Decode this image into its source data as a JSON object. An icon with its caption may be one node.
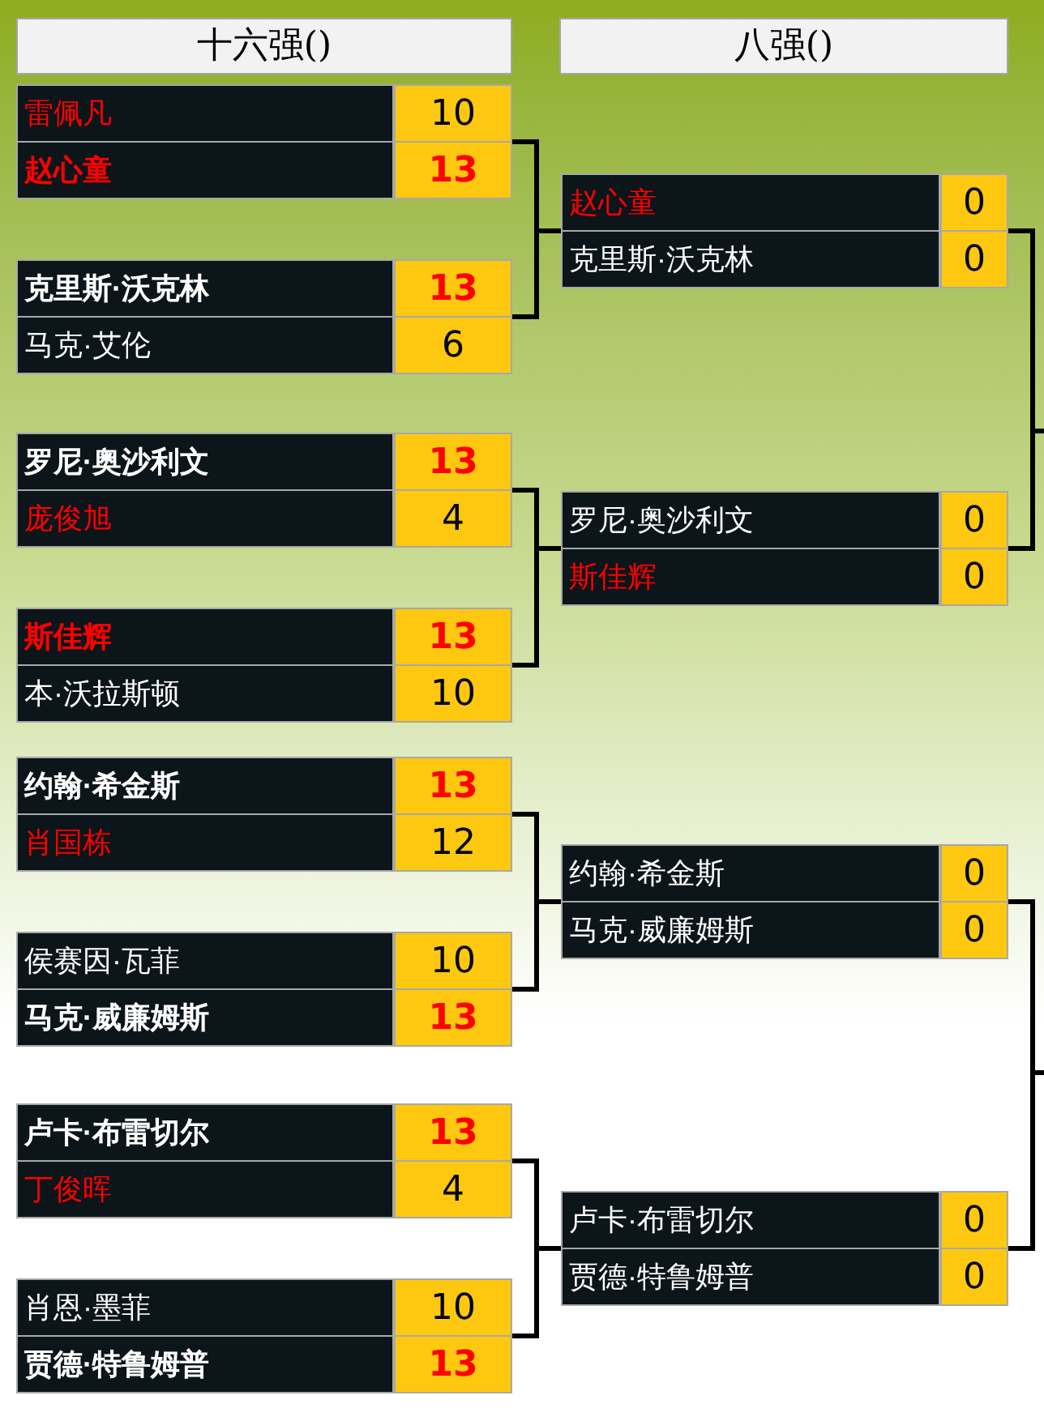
{
  "diagram": {
    "nodes": [
      {
        "text": [
          "十六强()"
        ]
      },
      {
        "text": [
          "八强()"
        ]
      },
      {
        "text": [],
        "shape": "box"
      },
      {
        "text": [
          "雷佩凡",
          "10"
        ],
        "in": 2
      },
      {
        "text": [
          "赵心童",
          "13"
        ],
        "in": 2
      },
      {
        "text": [],
        "shape": "box"
      },
      {
        "text": [
          "克里斯·沃克林",
          "13"
        ],
        "in": 5
      },
      {
        "text": [
          "马克·艾伦",
          "6"
        ],
        "in": 5
      },
      {
        "text": [],
        "shape": "box"
      },
      {
        "text": [
          "罗尼·奥沙利文",
          "13"
        ],
        "in": 8
      },
      {
        "text": [
          "庞俊旭",
          "4"
        ],
        "in": 8
      },
      {
        "text": [],
        "shape": "box"
      },
      {
        "text": [
          "斯佳辉",
          "13"
        ],
        "in": 11
      },
      {
        "text": [
          "本·沃拉斯顿",
          "10"
        ],
        "in": 11
      },
      {
        "text": [],
        "shape": "box"
      },
      {
        "text": [
          "约翰·希金斯",
          "13"
        ],
        "in": 14
      },
      {
        "text": [
          "肖国栋",
          "12"
        ],
        "in": 14
      },
      {
        "text": [],
        "shape": "box"
      },
      {
        "text": [
          "侯赛因·瓦菲",
          "10"
        ],
        "in": 17
      },
      {
        "text": [
          "马克·威廉姆斯",
          "13"
        ],
        "in": 17
      },
      {
        "text": [],
        "shape": "box"
      },
      {
        "text": [
          "卢卡·布雷切尔",
          "13"
        ],
        "in": 20
      },
      {
        "text": [
          "丁俊晖",
          "4"
        ],
        "in": 20
      },
      {
        "text": [],
        "shape": "box"
      },
      {
        "text": [
          "肖恩·墨菲",
          "10"
        ],
        "in": 23
      },
      {
        "text": [
          "贾德·特鲁姆普",
          "13"
        ],
        "in": 23
      },
      {
        "text": [],
        "shape": "box"
      },
      {
        "text": [
          "赵心童",
          "0"
        ],
        "in": 26
      },
      {
        "text": [
          "克里斯·沃克林",
          "0"
        ],
        "in": 26
      },
      {
        "text": [],
        "shape": "box"
      },
      {
        "text": [
          "罗尼·奥沙利文",
          "0"
        ],
        "in": 29
      },
      {
        "text": [
          "斯佳辉",
          "0"
        ],
        "in": 29
      },
      {
        "text": [],
        "shape": "box"
      },
      {
        "text": [
          "约翰·希金斯",
          "0"
        ],
        "in": 32
      },
      {
        "text": [
          "马克·威廉姆斯",
          "0"
        ],
        "in": 32
      },
      {
        "text": [],
        "shape": "box"
      },
      {
        "text": [
          "卢卡·布雷切尔",
          "0"
        ],
        "in": 35
      },
      {
        "text": [
          "贾德·特鲁姆普",
          "0"
        ],
        "in": 35
      }
    ],
    "edges": [
      {
        "from": 2,
        "to": 26,
        "arrow": "none"
      },
      {
        "from": 5,
        "to": 26,
        "arrow": "none"
      },
      {
        "from": 8,
        "to": 29,
        "arrow": "none"
      },
      {
        "from": 11,
        "to": 29,
        "arrow": "none"
      },
      {
        "from": 14,
        "to": 32,
        "arrow": "none"
      },
      {
        "from": 17,
        "to": 32,
        "arrow": "none"
      },
      {
        "from": 20,
        "to": 35,
        "arrow": "none"
      },
      {
        "from": 23,
        "to": 35,
        "arrow": "none"
      },
      {
        "from": 26,
        "to": null,
        "arrow": "none"
      },
      {
        "from": 29,
        "to": null,
        "arrow": "none"
      },
      {
        "from": 32,
        "to": null,
        "arrow": "none"
      },
      {
        "from": 35,
        "to": null,
        "arrow": "none"
      }
    ]
  }
}
